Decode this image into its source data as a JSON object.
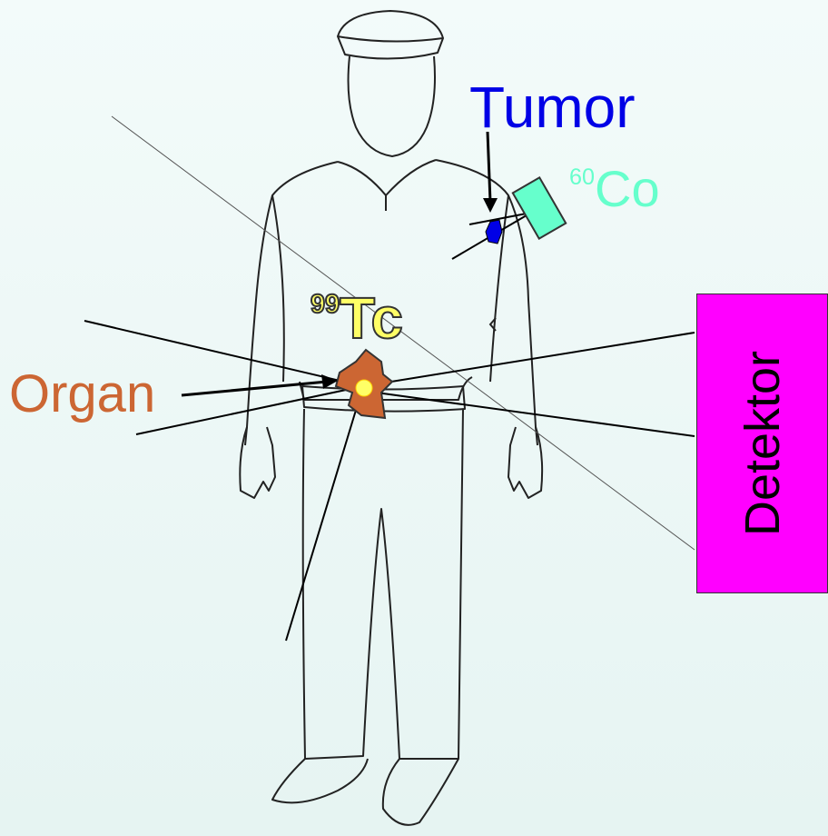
{
  "labels": {
    "tumor": "Tumor",
    "cobalt_mass": "60",
    "cobalt_symbol": "Co",
    "organ": "Organ",
    "tc_mass": "99",
    "tc_symbol": "Tc",
    "detector": "Detektor"
  },
  "colors": {
    "tumor": "#0000e6",
    "cobalt": "#66ffcc",
    "organ": "#cc6633",
    "technetium": "#ffff66",
    "detector": "#ff00ff",
    "figure_line": "#222222"
  }
}
